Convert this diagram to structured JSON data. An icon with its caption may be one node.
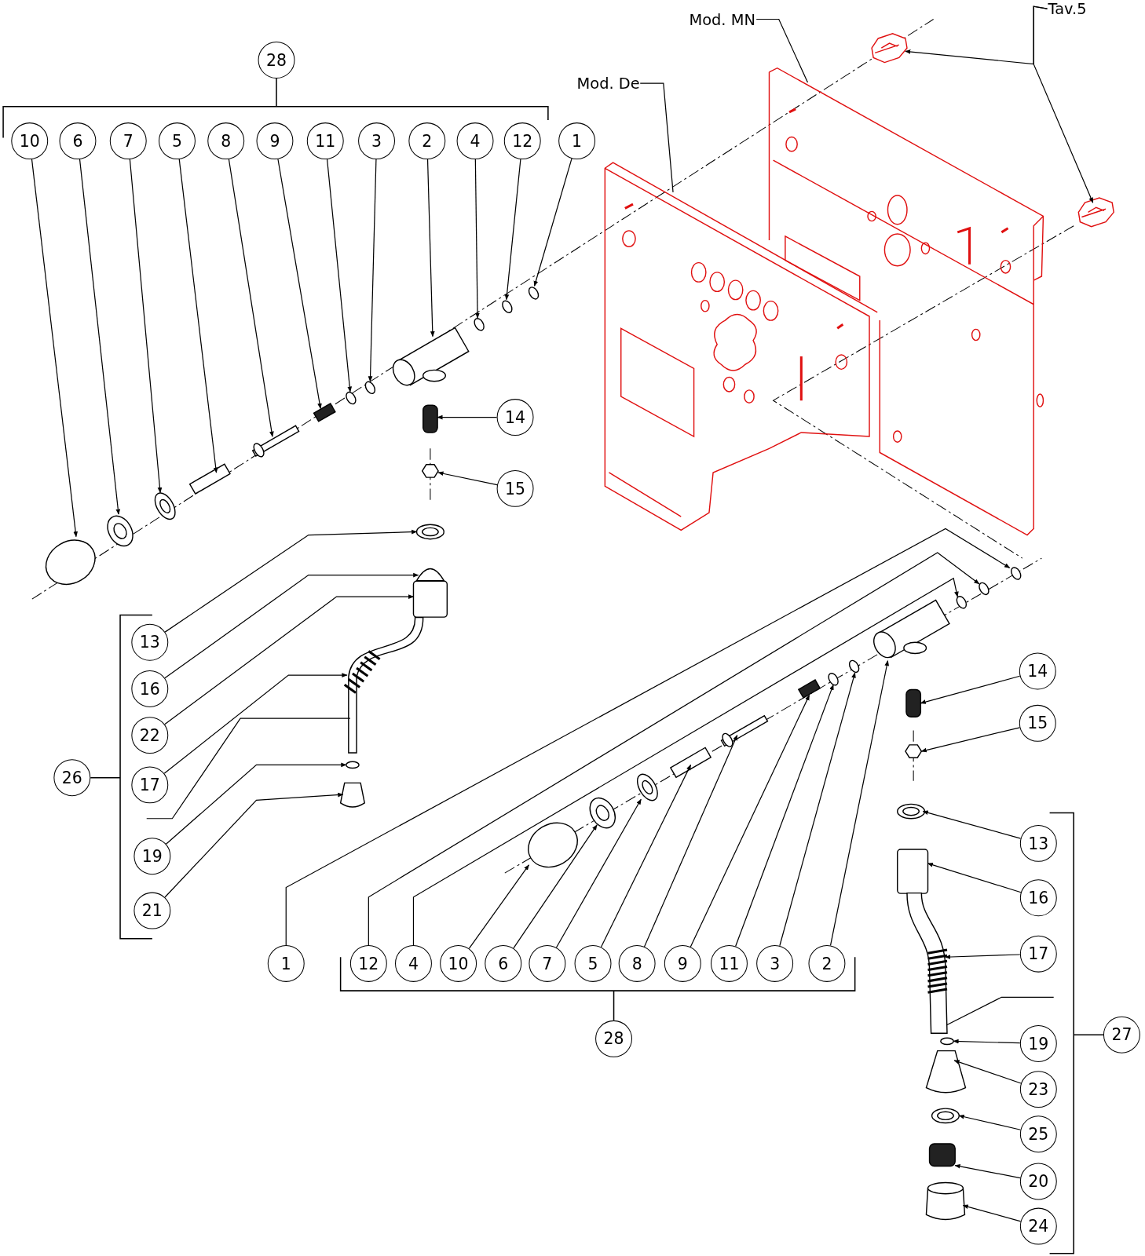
{
  "diagram": {
    "nodes": [
      {
        "text": [
          "28"
        ]
      },
      {
        "text": [
          "10"
        ]
      },
      {
        "text": [
          "6"
        ]
      },
      {
        "text": [
          "7"
        ]
      },
      {
        "text": [
          "5"
        ]
      },
      {
        "text": [
          "8"
        ]
      },
      {
        "text": [
          "9"
        ]
      },
      {
        "text": [
          "11"
        ]
      },
      {
        "text": [
          "3"
        ]
      },
      {
        "text": [
          "2"
        ]
      },
      {
        "text": [
          "4"
        ]
      },
      {
        "text": [
          "12"
        ]
      },
      {
        "text": [
          "1"
        ]
      },
      {
        "text": [
          "Mod. De"
        ]
      },
      {
        "text": [
          "Mod. MN"
        ]
      },
      {
        "text": [
          "Tav.5"
        ]
      },
      {
        "text": [
          "14"
        ]
      },
      {
        "text": [
          "15"
        ]
      },
      {
        "text": [
          "26"
        ]
      },
      {
        "text": [
          "13"
        ]
      },
      {
        "text": [
          "16"
        ]
      },
      {
        "text": [
          "22"
        ]
      },
      {
        "text": [
          "17"
        ]
      },
      {
        "text": [
          "19"
        ]
      },
      {
        "text": [
          "21"
        ]
      },
      {
        "text": [
          "14"
        ]
      },
      {
        "text": [
          "15"
        ]
      },
      {
        "text": [
          "13"
        ]
      },
      {
        "text": [
          "16"
        ]
      },
      {
        "text": [
          "17"
        ]
      },
      {
        "text": [
          "27"
        ]
      },
      {
        "text": [
          "19"
        ]
      },
      {
        "text": [
          "23"
        ]
      },
      {
        "text": [
          "25"
        ]
      },
      {
        "text": [
          "20"
        ]
      },
      {
        "text": [
          "24"
        ]
      },
      {
        "text": [
          "1"
        ]
      },
      {
        "text": [
          "12"
        ]
      },
      {
        "text": [
          "4"
        ]
      },
      {
        "text": [
          "10"
        ]
      },
      {
        "text": [
          "6"
        ]
      },
      {
        "text": [
          "7"
        ]
      },
      {
        "text": [
          "5"
        ]
      },
      {
        "text": [
          "8"
        ]
      },
      {
        "text": [
          "9"
        ]
      },
      {
        "text": [
          "11"
        ]
      },
      {
        "text": [
          "3"
        ]
      },
      {
        "text": [
          "2"
        ]
      },
      {
        "text": [
          "28"
        ]
      },
      {
        "text": [],
        "shape": "picture"
      },
      {
        "text": [],
        "shape": "picture"
      },
      {
        "text": [],
        "shape": "picture"
      },
      {
        "text": [],
        "shape": "picture"
      },
      {
        "text": [],
        "shape": "circle"
      },
      {
        "text": [],
        "shape": "picture"
      },
      {
        "text": [],
        "shape": "picture"
      },
      {
        "text": [],
        "shape": "box"
      },
      {
        "text": [],
        "shape": "picture"
      },
      {
        "text": [],
        "shape": "box"
      },
      {
        "text": [],
        "shape": "circle"
      },
      {
        "text": [],
        "shape": "circle"
      },
      {
        "text": [],
        "shape": "picture"
      },
      {
        "text": [],
        "shape": "circle"
      },
      {
        "text": [],
        "shape": "circle"
      },
      {
        "text": [],
        "shape": "circle"
      },
      {
        "text": [],
        "shape": "box"
      },
      {
        "text": [],
        "shape": "hexagon"
      },
      {
        "text": [],
        "shape": "picture"
      },
      {
        "text": [],
        "shape": "picture"
      },
      {
        "text": [],
        "shape": "box"
      },
      {
        "text": [],
        "shape": "picture"
      },
      {
        "text": [],
        "shape": "circle"
      },
      {
        "text": [],
        "shape": "trapezoid"
      },
      {
        "text": [],
        "shape": "circle"
      },
      {
        "text": [],
        "shape": "picture"
      },
      {
        "text": [],
        "shape": "picture"
      },
      {
        "text": [],
        "shape": "box"
      },
      {
        "text": [],
        "shape": "picture"
      },
      {
        "text": [],
        "shape": "box"
      },
      {
        "text": [],
        "shape": "circle"
      },
      {
        "text": [],
        "shape": "circle"
      },
      {
        "text": [],
        "shape": "picture"
      },
      {
        "text": [],
        "shape": "circle"
      },
      {
        "text": [],
        "shape": "circle"
      },
      {
        "text": [],
        "shape": "circle"
      },
      {
        "text": [],
        "shape": "box"
      },
      {
        "text": [],
        "shape": "hexagon"
      },
      {
        "text": [],
        "shape": "picture"
      },
      {
        "text": [],
        "shape": "box"
      },
      {
        "text": [],
        "shape": "picture"
      },
      {
        "text": [],
        "shape": "circle"
      },
      {
        "text": [],
        "shape": "picture"
      },
      {
        "text": [],
        "shape": "picture"
      },
      {
        "text": [],
        "shape": "box"
      },
      {
        "text": [],
        "shape": "cylinder"
      }
    ],
    "edges": [
      {
        "from": 1,
        "to": 53,
        "arrow": "to"
      },
      {
        "from": 2,
        "to": 54,
        "arrow": "to"
      },
      {
        "from": 3,
        "to": 55,
        "arrow": "to"
      },
      {
        "from": 4,
        "to": 56,
        "arrow": "to"
      },
      {
        "from": 5,
        "to": 57,
        "arrow": "to"
      },
      {
        "from": 6,
        "to": 58,
        "arrow": "to"
      },
      {
        "from": 7,
        "to": 59,
        "arrow": "to"
      },
      {
        "from": 8,
        "to": 60,
        "arrow": "to"
      },
      {
        "from": 9,
        "to": 61,
        "arrow": "to"
      },
      {
        "from": 10,
        "to": 62,
        "arrow": "to"
      },
      {
        "from": 11,
        "to": 63,
        "arrow": "to"
      },
      {
        "from": 12,
        "to": 64,
        "arrow": "to"
      },
      {
        "from": 13,
        "to": 50,
        "arrow": "none"
      },
      {
        "from": 14,
        "to": 49,
        "arrow": "none"
      },
      {
        "from": 15,
        "to": 51,
        "arrow": "to"
      },
      {
        "from": 15,
        "to": 52,
        "arrow": "to"
      },
      {
        "from": 16,
        "to": 65,
        "arrow": "to"
      },
      {
        "from": 17,
        "to": 66,
        "arrow": "to"
      },
      {
        "from": 19,
        "to": 67,
        "arrow": "to"
      },
      {
        "from": 20,
        "to": 68,
        "arrow": "to"
      },
      {
        "from": 21,
        "to": 69,
        "arrow": "to"
      },
      {
        "from": 22,
        "to": 70,
        "arrow": "to"
      },
      {
        "from": 23,
        "to": 71,
        "arrow": "to"
      },
      {
        "from": 24,
        "to": 72,
        "arrow": "to"
      },
      {
        "from": 25,
        "to": 85,
        "arrow": "to"
      },
      {
        "from": 26,
        "to": 86,
        "arrow": "to"
      },
      {
        "from": 27,
        "to": 87,
        "arrow": "to"
      },
      {
        "from": 28,
        "to": 88,
        "arrow": "to"
      },
      {
        "from": 29,
        "to": 89,
        "arrow": "to"
      },
      {
        "from": 31,
        "to": 90,
        "arrow": "to"
      },
      {
        "from": 32,
        "to": 91,
        "arrow": "to"
      },
      {
        "from": 33,
        "to": 92,
        "arrow": "to"
      },
      {
        "from": 34,
        "to": 93,
        "arrow": "to"
      },
      {
        "from": 35,
        "to": 94,
        "arrow": "to"
      },
      {
        "from": 36,
        "to": 84,
        "arrow": "to"
      },
      {
        "from": 37,
        "to": 83,
        "arrow": "to"
      },
      {
        "from": 38,
        "to": 82,
        "arrow": "to"
      },
      {
        "from": 39,
        "to": 73,
        "arrow": "to"
      },
      {
        "from": 40,
        "to": 74,
        "arrow": "to"
      },
      {
        "from": 41,
        "to": 75,
        "arrow": "to"
      },
      {
        "from": 42,
        "to": 76,
        "arrow": "to"
      },
      {
        "from": 43,
        "to": 77,
        "arrow": "to"
      },
      {
        "from": 44,
        "to": 78,
        "arrow": "to"
      },
      {
        "from": 45,
        "to": 79,
        "arrow": "to"
      },
      {
        "from": 46,
        "to": 80,
        "arrow": "to"
      },
      {
        "from": 47,
        "to": 81,
        "arrow": "to"
      },
      {
        "from": null,
        "to": 70,
        "arrow": "none"
      },
      {
        "from": null,
        "to": 89,
        "arrow": "none"
      }
    ]
  }
}
